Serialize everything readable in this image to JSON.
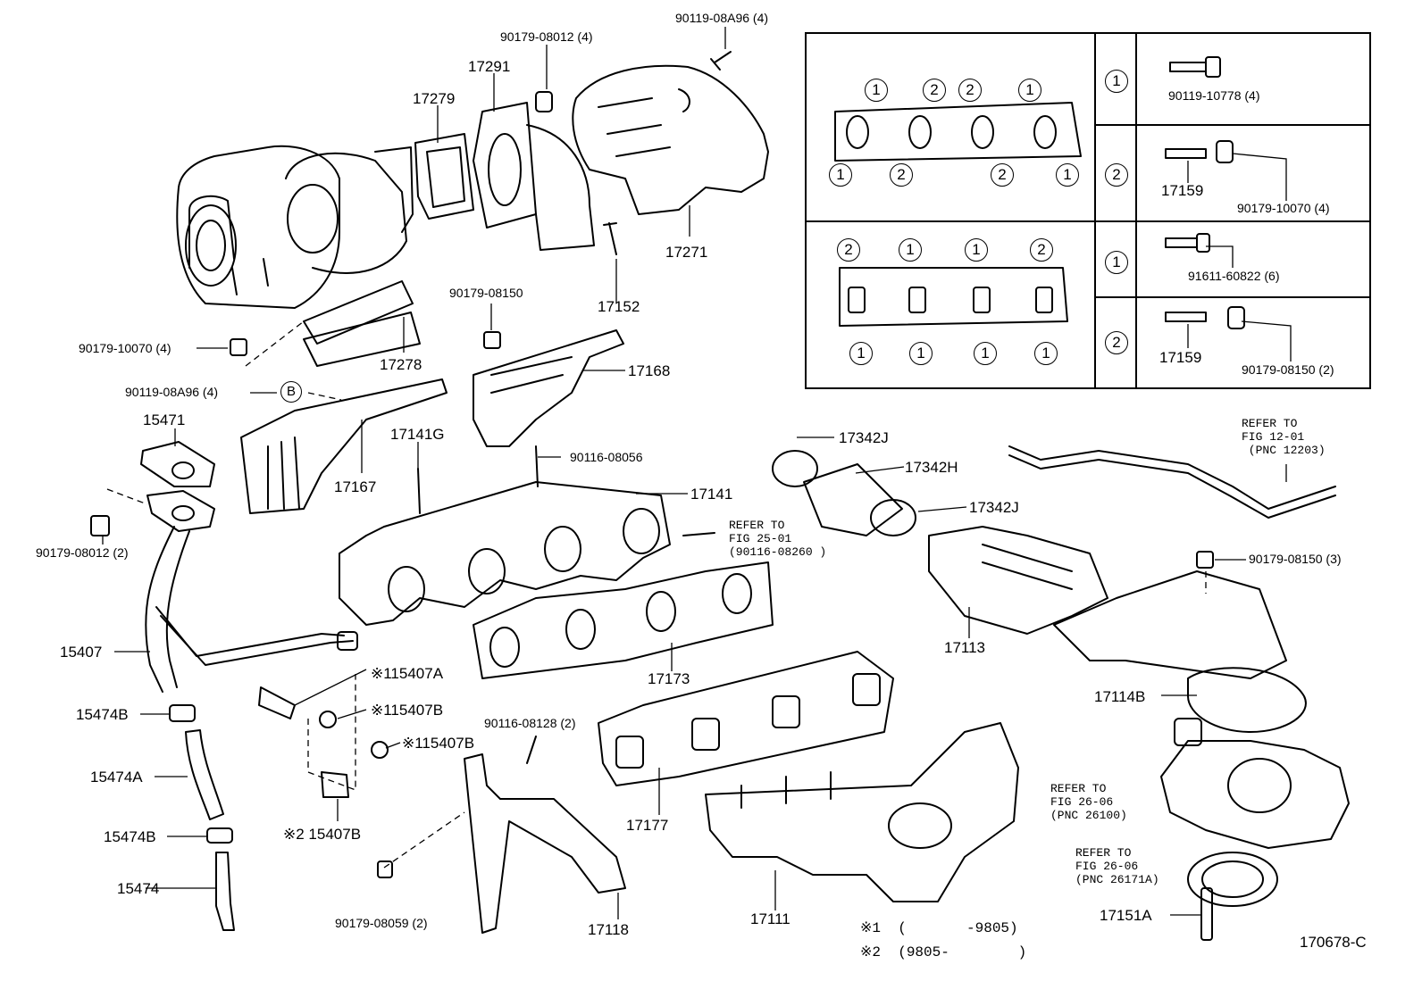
{
  "labels": {
    "p90119_08A96_top": "90119-08A96 (4)",
    "p90179_08012_4": "90179-08012 (4)",
    "p17291": "17291",
    "p17279": "17279",
    "p17271": "17271",
    "p17152": "17152",
    "p90179_10070_4": "90179-10070 (4)",
    "p17278": "17278",
    "p90179_08150": "90179-08150",
    "p17168": "17168",
    "p90119_08A96_left": "90119-08A96 (4)",
    "pB": "B",
    "p15471": "15471",
    "p17141G": "17141G",
    "p17167": "17167",
    "p90116_08056": "90116-08056",
    "p17141": "17141",
    "p90179_08012_2": "90179-08012 (2)",
    "p17173": "17173",
    "p15407": "15407",
    "p15407A": "※115407A",
    "p15407B_1": "※115407B",
    "p15407B_2": "※115407B",
    "p15407B_3": "※2 15407B",
    "p15474B_1": "15474B",
    "p15474A": "15474A",
    "p15474B_2": "15474B",
    "p15474": "15474",
    "p90116_08128": "90116-08128 (2)",
    "p90179_08059": "90179-08059 (2)",
    "p17118": "17118",
    "p17177": "17177",
    "p17111": "17111",
    "p17342J_1": "17342J",
    "p17342H": "17342H",
    "p17342J_2": "17342J",
    "p17113": "17113",
    "p90179_08150_3": "90179-08150 (3)",
    "p17114B": "17114B",
    "p17151A": "17151A",
    "diagram_id": "170678-C"
  },
  "refers": {
    "fig25": "REFER TO\nFIG 25-01\n(90116-08260 )",
    "fig12": "REFER TO\nFIG 12-01\n (PNC 12203)",
    "fig26a": "REFER TO\nFIG 26-06\n(PNC 26100)",
    "fig26b": "REFER TO\nFIG 26-06\n(PNC 26171A)"
  },
  "legend": {
    "row1": "※1  (       -9805)",
    "row2": "※2  (9805-        )"
  },
  "inset": {
    "upper_gasket_top": [
      "1",
      "2",
      "2",
      "1"
    ],
    "upper_gasket_bottom": [
      "1",
      "2",
      "2",
      "1"
    ],
    "lower_gasket_top": [
      "2",
      "1",
      "1",
      "2"
    ],
    "lower_gasket_bottom": [
      "1",
      "1",
      "1",
      "1"
    ],
    "rows": [
      {
        "key": "1",
        "part": "90119-10778 (4)"
      },
      {
        "key": "2",
        "part": "17159",
        "part2": "90179-10070 (4)"
      },
      {
        "key": "1",
        "part": "91611-60822 (6)"
      },
      {
        "key": "2",
        "part": "17159",
        "part2": "90179-08150 (2)"
      }
    ]
  }
}
